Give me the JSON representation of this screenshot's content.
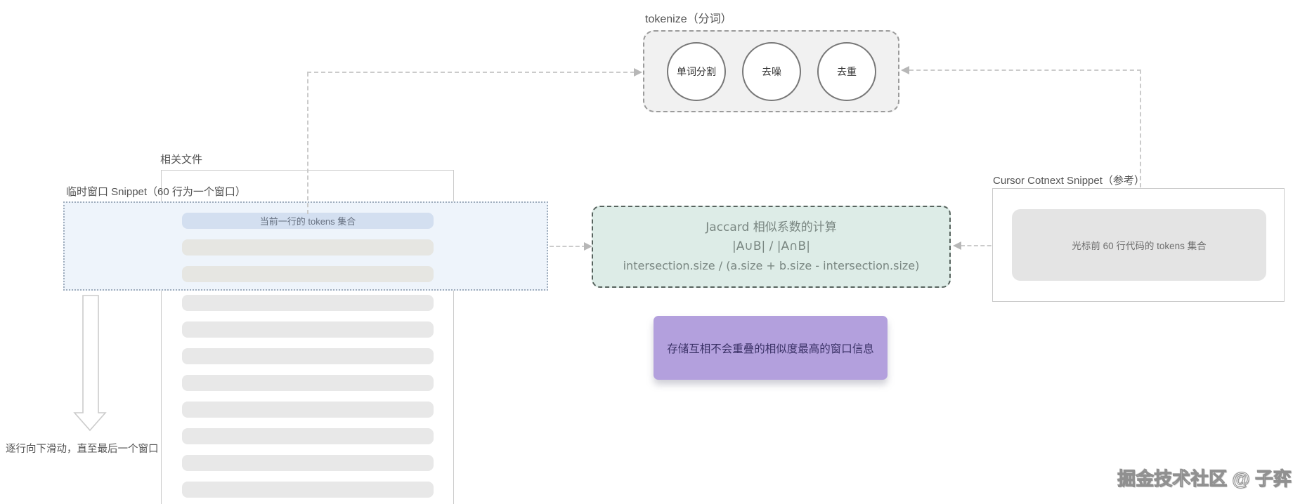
{
  "tokenize": {
    "label": "tokenize（分词）",
    "steps": [
      {
        "label": "单词分割"
      },
      {
        "label": "去噪"
      },
      {
        "label": "去重"
      }
    ]
  },
  "file_panel": {
    "label": "相关文件",
    "placeholder_lines_below": 8
  },
  "window": {
    "label": "临时窗口 Snippet（60 行为一个窗口）",
    "current_line_label": "当前一行的 tokens 集合",
    "placeholder_lines_inside": 2
  },
  "slide_note": {
    "text": "逐行向下滑动，直至最后一个窗口"
  },
  "jaccard": {
    "title": "Jaccard 相似系数的计算",
    "formula_set": "|A∪B| / |A∩B|",
    "formula_code": "intersection.size / (a.size + b.size - intersection.size)"
  },
  "store": {
    "label": "存储互相不会重叠的相似度最高的窗口信息"
  },
  "cursor_snippet": {
    "label": "Cursor Cotnext Snippet（参考）",
    "content": "光标前 60 行代码的 tokens 集合"
  },
  "watermark": {
    "text": "掘金技术社区 @ 子弈"
  },
  "colors": {
    "green_box_fill": "#ddece7",
    "purple_box_fill": "#b3a0dd",
    "purple_text": "#3a3166",
    "window_fill": "#eef4fb",
    "current_line_fill": "#d3dff0",
    "placeholder_bar": "#e8e8e8",
    "connector": "#cbcbcb"
  }
}
